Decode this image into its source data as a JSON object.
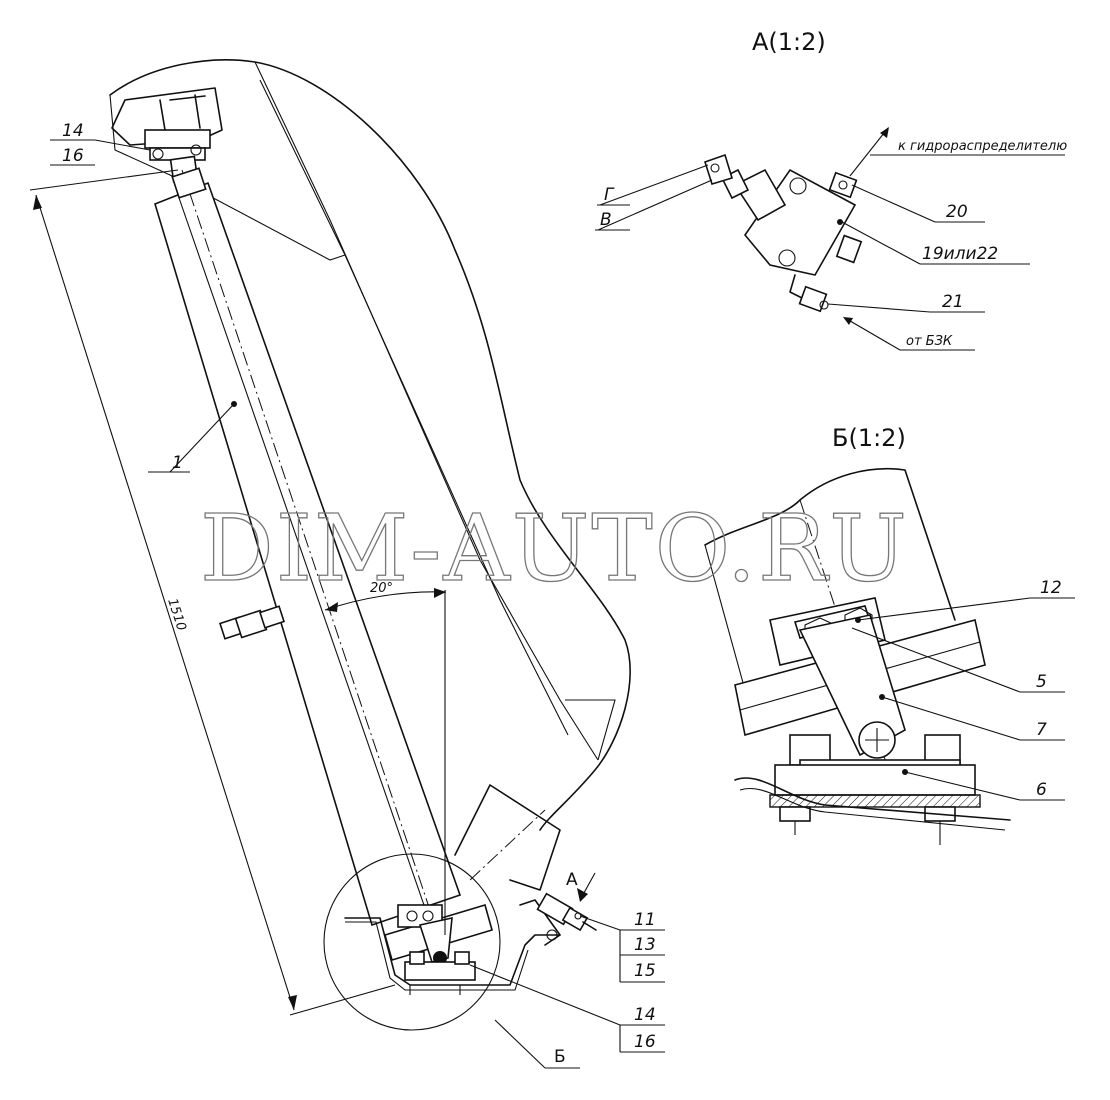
{
  "view_titles": {
    "view_a": "А(1:2)",
    "view_b": "Б(1:2)"
  },
  "watermark": "DIM-AUTO.RU",
  "dimensions": {
    "overall_length": "1510",
    "angle": "20°"
  },
  "main_view": {
    "callouts": {
      "top_upper": "14",
      "top_lower": "16",
      "cylinder": "1",
      "fitting_upper": "11",
      "fitting_middle": "13",
      "fitting_lower": "15",
      "bottom_upper": "14",
      "bottom_lower": "16",
      "detail_b": "Б",
      "view_a_arrow": "А"
    }
  },
  "view_a": {
    "callouts": {
      "port_g": "Г",
      "port_v": "В",
      "item_20": "20",
      "item_19_22": "19или22",
      "item_21": "21"
    },
    "notes": {
      "to_distributor": "к гидрораспределителю",
      "from_bzk": "от БЗК"
    }
  },
  "view_b": {
    "callouts": {
      "item_12": "12",
      "item_5": "5",
      "item_7": "7",
      "item_6": "6"
    }
  },
  "colors": {
    "line": "#111111",
    "watermark": "#777777",
    "background": "#ffffff"
  }
}
